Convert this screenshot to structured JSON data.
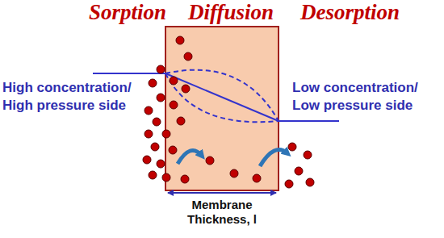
{
  "diagram": {
    "labels": [
      "Sorption",
      "Diffusion",
      "Desorption",
      "High concentration/ High pressure side",
      "Low concentration/ Low pressure side",
      "Membrane Thickness, l"
    ]
  }
}
